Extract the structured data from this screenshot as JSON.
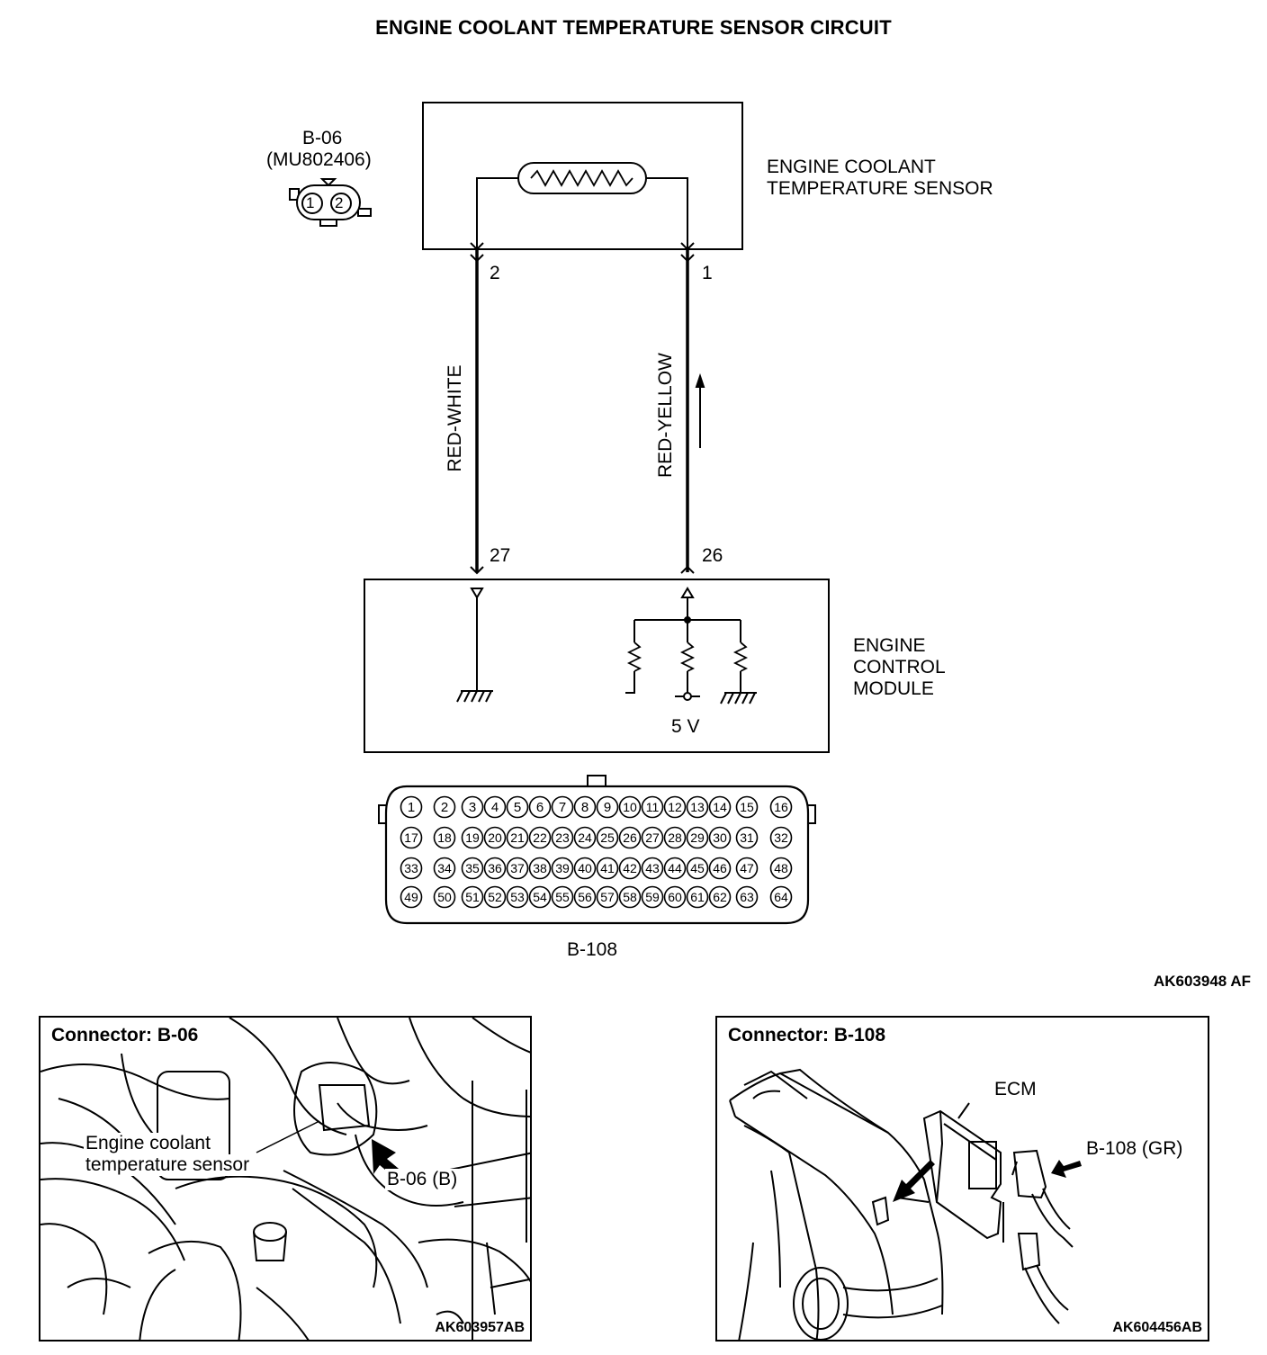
{
  "title": "ENGINE COOLANT TEMPERATURE SENSOR CIRCUIT",
  "sensor_connector": {
    "id": "B-06",
    "part_number": "(MU802406)",
    "pins": [
      "1",
      "2"
    ]
  },
  "sensor": {
    "label_line1": "ENGINE COOLANT",
    "label_line2": "TEMPERATURE SENSOR"
  },
  "wires": [
    {
      "color": "RED-WHITE",
      "sensor_pin": "2",
      "ecm_pin": "27"
    },
    {
      "color": "RED-YELLOW",
      "sensor_pin": "1",
      "ecm_pin": "26"
    }
  ],
  "ecm": {
    "label_line1": "ENGINE",
    "label_line2": "CONTROL",
    "label_line3": "MODULE",
    "voltage": "5 V"
  },
  "ecm_connector": {
    "id": "B-108",
    "rows": [
      [
        "1",
        "2",
        "3",
        "4",
        "5",
        "6",
        "7",
        "8",
        "9",
        "10",
        "11",
        "12",
        "13",
        "14",
        "15",
        "16"
      ],
      [
        "17",
        "18",
        "19",
        "20",
        "21",
        "22",
        "23",
        "24",
        "25",
        "26",
        "27",
        "28",
        "29",
        "30",
        "31",
        "32"
      ],
      [
        "33",
        "34",
        "35",
        "36",
        "37",
        "38",
        "39",
        "40",
        "41",
        "42",
        "43",
        "44",
        "45",
        "46",
        "47",
        "48"
      ],
      [
        "49",
        "50",
        "51",
        "52",
        "53",
        "54",
        "55",
        "56",
        "57",
        "58",
        "59",
        "60",
        "61",
        "62",
        "63",
        "64"
      ]
    ]
  },
  "figure_ref": "AK603948 AF",
  "panel_left": {
    "title": "Connector: B-06",
    "callout_line1": "Engine coolant",
    "callout_line2": "temperature sensor",
    "connector_label": "B-06 (B)",
    "ref": "AK603957AB"
  },
  "panel_right": {
    "title": "Connector: B-108",
    "ecm_label": "ECM",
    "connector_label": "B-108 (GR)",
    "ref": "AK604456AB"
  }
}
